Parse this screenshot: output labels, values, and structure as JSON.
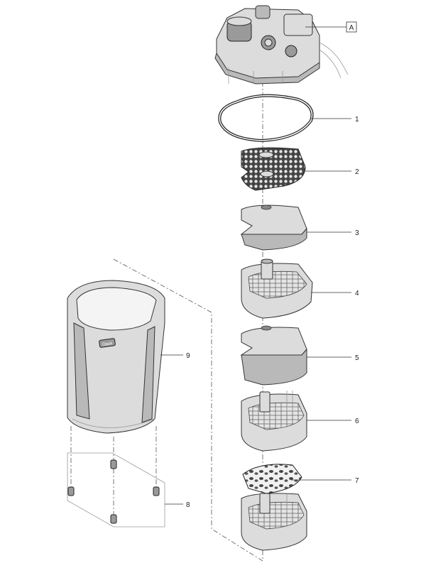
{
  "callouts": {
    "A": "A",
    "c1": "1",
    "c2": "2",
    "c3": "3",
    "c4": "4",
    "c5": "5",
    "c6": "6",
    "c7": "7",
    "c8": "8",
    "c9": "9"
  },
  "housing_logo": "Oase",
  "colors": {
    "line": "#333333",
    "fill": "#dcdcdc",
    "shade": "#9a9a9a"
  }
}
